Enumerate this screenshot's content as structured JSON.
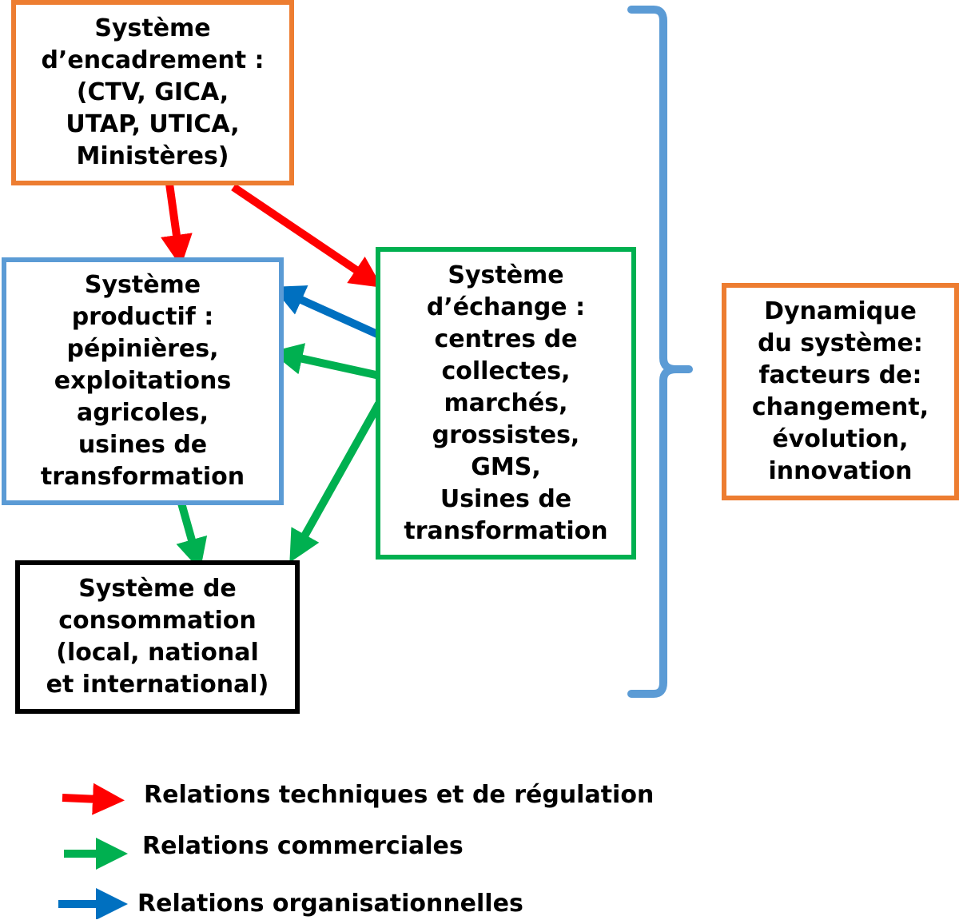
{
  "boxes": {
    "encadrement": "Système\nd’encadrement :\n(CTV, GICA,\nUTAP, UTICA,\nMinistères)",
    "productif": "Système\nproductif :\npépinières,\nexploitations\nagricoles,\nusines de\ntransformation",
    "echange": "Système\nd’échange :\ncentres de\ncollectes,\nmarchés,\ngrossistes,\nGMS,\nUsines de\ntransformation",
    "consommation": "Système de\nconsommation\n(local, national\net international)",
    "dynamique": "Dynamique\ndu système:\nfacteurs de:\nchangement,\névolution,\ninnovation"
  },
  "legend": {
    "red_label": "Relations techniques et de régulation",
    "green_label": "Relations commerciales",
    "blue_label": "Relations organisationnelles"
  },
  "colors": {
    "red": "#FF0000",
    "green": "#00B050",
    "blue": "#0070C0",
    "orange": "#ED7D31",
    "light_blue": "#5B9BD5",
    "black": "#000000"
  },
  "relations": [
    {
      "from": "encadrement",
      "to": "productif",
      "type": "red"
    },
    {
      "from": "encadrement",
      "to": "echange",
      "type": "red"
    },
    {
      "from": "echange",
      "to": "productif",
      "type": "blue"
    },
    {
      "from": "echange",
      "to": "productif",
      "type": "green"
    },
    {
      "from": "productif",
      "to": "consommation",
      "type": "green"
    },
    {
      "from": "echange",
      "to": "consommation",
      "type": "green"
    }
  ]
}
